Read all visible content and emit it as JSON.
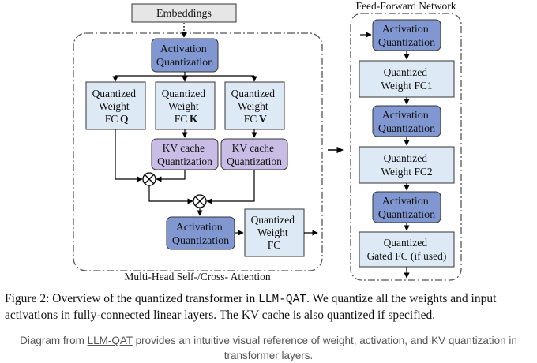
{
  "diagram": {
    "embeddings": "Embeddings",
    "activation_quant": [
      "Activation",
      "Quantization"
    ],
    "fc_q": {
      "line1": "Quantized",
      "line2": "Weight",
      "prefix": "FC",
      "letter": "Q"
    },
    "fc_k": {
      "line1": "Quantized",
      "line2": "Weight",
      "prefix": "FC",
      "letter": "K"
    },
    "fc_v": {
      "line1": "Quantized",
      "line2": "Weight",
      "prefix": "FC",
      "letter": "V"
    },
    "kv_cache_quant": [
      "KV cache",
      "Quantization"
    ],
    "out_fc": [
      "Quantized",
      "Weight",
      "FC"
    ],
    "attention_label": "Multi-Head Self-/Cross- Attention",
    "ffn_title": "Feed-Forward Network",
    "ffn_fc1": [
      "Quantized",
      "Weight FC1"
    ],
    "ffn_fc2": [
      "Quantized",
      "Weight FC2"
    ],
    "ffn_gated": [
      "Quantized",
      "Gated FC (if used)"
    ],
    "colors": {
      "activation_fill": "#8197d1",
      "kv_fill": "#c9bde6",
      "weight_fill": "#dde9f5",
      "embeddings_fill": "#e6e6e6"
    }
  },
  "caption": {
    "prefix": "Figure 2: Overview of the quantized transformer in ",
    "code": "LLM-QAT",
    "suffix": ". We quantize all the weights and input activations in fully-connected linear layers. The KV cache is also quantized if specified."
  },
  "source": {
    "before": "Diagram from ",
    "link": "LLM-QAT",
    "after": " provides an intuitive visual reference of weight, activation, and KV quantization in transformer layers."
  }
}
